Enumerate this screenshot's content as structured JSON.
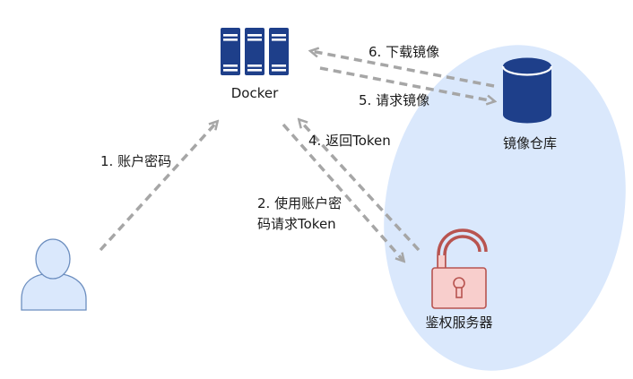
{
  "nodes": {
    "docker": {
      "label": "Docker",
      "icon": "server-icon"
    },
    "user": {
      "label": "",
      "icon": "user-icon"
    },
    "registry": {
      "label": "镜像仓库",
      "icon": "database-icon"
    },
    "auth": {
      "label": "鉴权服务器",
      "icon": "unlocked-padlock-icon"
    }
  },
  "edges": [
    {
      "id": "step1",
      "label": "1. 账户密码",
      "from": "user",
      "to": "docker"
    },
    {
      "id": "step2",
      "label_line1": "2. 使用账户密",
      "label_line2": "码请求Token",
      "from": "docker",
      "to": "auth"
    },
    {
      "id": "step4",
      "label": "4. 返回Token",
      "from": "auth",
      "to": "docker"
    },
    {
      "id": "step5",
      "label": "5. 请求镜像",
      "from": "docker",
      "to": "registry"
    },
    {
      "id": "step6",
      "label": "6. 下载镜像",
      "from": "registry",
      "to": "docker"
    }
  ],
  "colors": {
    "docker_icon": "#1e3f8a",
    "registry_icon": "#1e3f8a",
    "user_fill": "#dae8fc",
    "user_stroke": "#6c8ebf",
    "lock_fill": "#f8cecc",
    "lock_stroke": "#b85450",
    "zone_fill": "#dae8fc",
    "arrow": "#a6a6a6"
  }
}
